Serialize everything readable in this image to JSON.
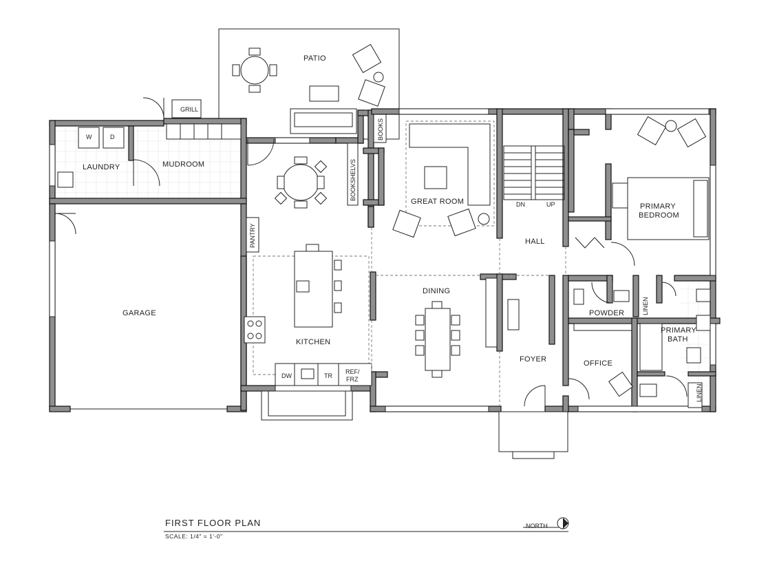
{
  "title": "FIRST FLOOR PLAN",
  "scale": "SCALE: 1/4\" = 1'-0\"",
  "north": "NORTH",
  "rooms": {
    "patio": "PATIO",
    "grill": "GRILL",
    "laundry": "LAUNDRY",
    "washer": "W",
    "dryer": "D",
    "mudroom": "MUDROOM",
    "books": "BOOKS",
    "bookshelves": "BOOKSHELVS",
    "great_room": "GREAT ROOM",
    "dn": "DN",
    "up": "UP",
    "hall": "HALL",
    "primary_bedroom_1": "PRIMARY",
    "primary_bedroom_2": "BEDROOM",
    "pantry": "PANTRY",
    "garage": "GARAGE",
    "kitchen": "KITCHEN",
    "dining": "DINING",
    "powder": "POWDER",
    "linen_1": "LINEN",
    "primary_bath_1": "PRIMARY",
    "primary_bath_2": "BATH",
    "foyer": "FOYER",
    "office": "OFFICE",
    "linen_2": "LINEN",
    "dw": "DW",
    "tr": "TR",
    "ref_1": "REF/",
    "ref_2": "FRZ"
  },
  "colors": {
    "wall": "#8f8f8f",
    "line": "#222222",
    "background": "#ffffff"
  }
}
